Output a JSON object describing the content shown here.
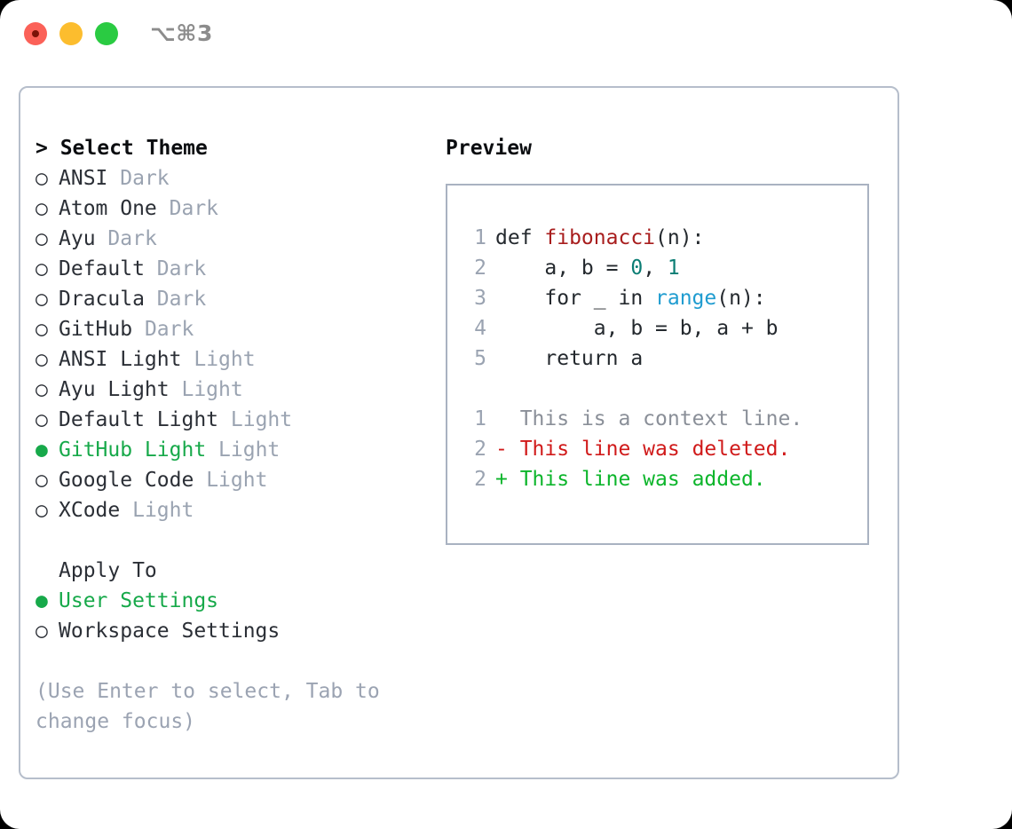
{
  "titlebar": {
    "shortcut": "⌥⌘3",
    "buttons": [
      {
        "name": "close",
        "color": "#FB6158"
      },
      {
        "name": "minimize",
        "color": "#FCBD2E"
      },
      {
        "name": "zoom",
        "color": "#2ACB42"
      }
    ]
  },
  "theme_picker": {
    "heading": "> Select Theme",
    "selected_marker": "●",
    "unselected_marker": "○",
    "accent_color": "#17A94A",
    "muted_color": "#9AA3B1",
    "items": [
      {
        "name": "ANSI",
        "kind": "Dark",
        "selected": false
      },
      {
        "name": "Atom One",
        "kind": "Dark",
        "selected": false
      },
      {
        "name": "Ayu",
        "kind": "Dark",
        "selected": false
      },
      {
        "name": "Default",
        "kind": "Dark",
        "selected": false
      },
      {
        "name": "Dracula",
        "kind": "Dark",
        "selected": false
      },
      {
        "name": "GitHub",
        "kind": "Dark",
        "selected": false
      },
      {
        "name": "ANSI Light",
        "kind": "Light",
        "selected": false
      },
      {
        "name": "Ayu Light",
        "kind": "Light",
        "selected": false
      },
      {
        "name": "Default Light",
        "kind": "Light",
        "selected": false
      },
      {
        "name": "GitHub Light",
        "kind": "Light",
        "selected": true
      },
      {
        "name": "Google Code",
        "kind": "Light",
        "selected": false
      },
      {
        "name": "XCode",
        "kind": "Light",
        "selected": false
      }
    ]
  },
  "apply_to": {
    "heading": "Apply To",
    "items": [
      {
        "name": "User Settings",
        "selected": true
      },
      {
        "name": "Workspace Settings",
        "selected": false
      }
    ]
  },
  "hint": "(Use Enter to select, Tab to change focus)",
  "preview": {
    "heading": "Preview",
    "code_lines": [
      {
        "no": "1",
        "tokens": [
          {
            "t": "def ",
            "c": "plain"
          },
          {
            "t": "fibonacci",
            "c": "func"
          },
          {
            "t": "(n):",
            "c": "plain"
          }
        ]
      },
      {
        "no": "2",
        "tokens": [
          {
            "t": "    a, b = ",
            "c": "plain"
          },
          {
            "t": "0",
            "c": "num"
          },
          {
            "t": ", ",
            "c": "plain"
          },
          {
            "t": "1",
            "c": "num"
          }
        ]
      },
      {
        "no": "3",
        "tokens": [
          {
            "t": "    for _ in ",
            "c": "plain"
          },
          {
            "t": "range",
            "c": "call"
          },
          {
            "t": "(n):",
            "c": "plain"
          }
        ]
      },
      {
        "no": "4",
        "tokens": [
          {
            "t": "        a, b = b, a + b",
            "c": "plain"
          }
        ]
      },
      {
        "no": "5",
        "tokens": [
          {
            "t": "    return a",
            "c": "plain"
          }
        ]
      }
    ],
    "diff_lines": [
      {
        "no": "1",
        "sign": " ",
        "text": " This is a context line.",
        "kind": "ctx"
      },
      {
        "no": "2",
        "sign": "-",
        "text": " This line was deleted.",
        "kind": "del"
      },
      {
        "no": "2",
        "sign": "+",
        "text": " This line was added.",
        "kind": "add"
      }
    ]
  }
}
